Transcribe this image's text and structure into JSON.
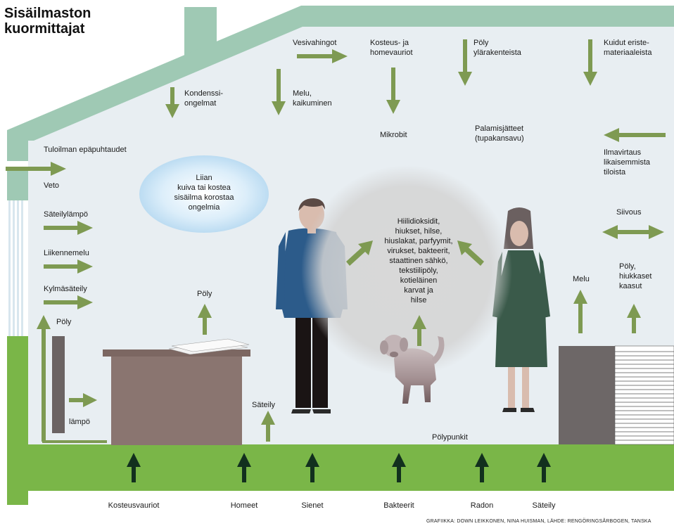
{
  "title_lines": [
    "Sisäilmaston",
    "kuormittajat"
  ],
  "labels": {
    "tuloilma": "Tuloilman epäpuhtaudet",
    "veto": "Veto",
    "sateilylampo": "Säteilylämpö",
    "liikennemelu": "Liikennemelu",
    "kylmasateily": "Kylmäsäteily",
    "poly_left": "Pöly",
    "lampo": "lämpö",
    "kondenssi": [
      "Kondenssi-",
      "ongelmat"
    ],
    "vesivahingot": "Vesivahingot",
    "melu_kaikuminen": [
      "Melu,",
      "kaikuminen"
    ],
    "kosteus_home": [
      "Kosteus- ja",
      "homevauriot"
    ],
    "mikrobit": "Mikrobit",
    "poly_ylarakenteista": [
      "Pöly",
      "yläraken­teista"
    ],
    "palamisjatteet": [
      "Palamisjätteet",
      "(tupakansavu)"
    ],
    "kuidut": [
      "Kuidut eriste-",
      "materiaaleista"
    ],
    "ilmavirtaus": [
      "Ilmavirtaus",
      "likaisemmista",
      "tiloista"
    ],
    "cloud": [
      "Liian",
      "kuiva tai kostea",
      "sisäilma korostaa",
      "ongelmia"
    ],
    "siivous": "Siivous",
    "poly_desk": "Pöly",
    "sateily_floor": "Säteily",
    "center": [
      "Hiilidioksidit,",
      "hiukset, hilse,",
      "hiuslakat, parfyymit,",
      "virukset, bakteerit,",
      "staattinen sähkö,",
      "tekstiilipöly,",
      "kotieläinen",
      "karvat ja",
      "hilse"
    ],
    "melu_right": "Melu",
    "poly_hiukkaset": [
      "Pöly,",
      "hiukkaset",
      "kaasut"
    ],
    "polypunkit": "Pölypunkit"
  },
  "bottom_labels": [
    "Kosteusvauriot",
    "Homeet",
    "Sienet",
    "Bakteerit",
    "Radon",
    "Säteily"
  ],
  "credit": "GRAFIIKKA: DOWN LEIKKONEN, NINA HUISMAN, LÄHDE: RENGÖRINGSÅRBOGEN, TANSKA",
  "colors": {
    "arrow_green": "#7e9a52",
    "floor_green": "#7ab648",
    "roof_teal": "#9fc9b4",
    "interior": "#e8eef2",
    "dark_arrow": "#12301e",
    "desk": "#8a7570"
  }
}
